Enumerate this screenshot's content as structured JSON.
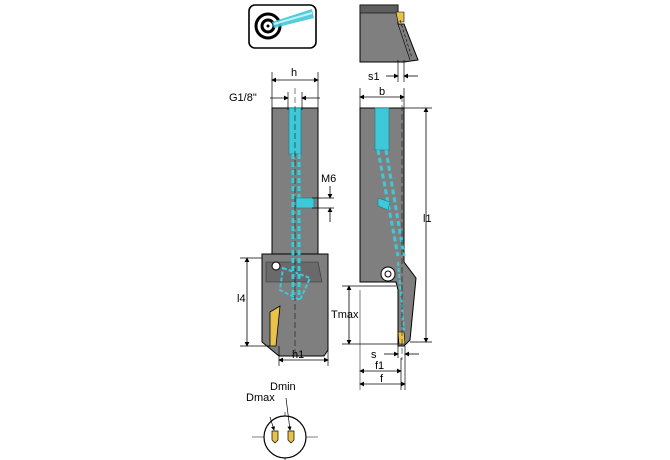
{
  "labels": {
    "h": "h",
    "g18": "G1/8\"",
    "m6": "M6",
    "l4": "l4",
    "h1": "h1",
    "s1": "s1",
    "b": "b",
    "l1": "l1",
    "tmax": "Tmax",
    "s": "s",
    "f1": "f1",
    "f": "f",
    "dmax": "Dmax",
    "dmin": "Dmin"
  },
  "icons": {
    "coolant": "internal-coolant-icon"
  },
  "colors": {
    "body": "#7f7f7f",
    "body_dark": "#5e5e5e",
    "coolant": "#3ec8d8",
    "insert": "#e8c24a",
    "line": "#000000"
  }
}
